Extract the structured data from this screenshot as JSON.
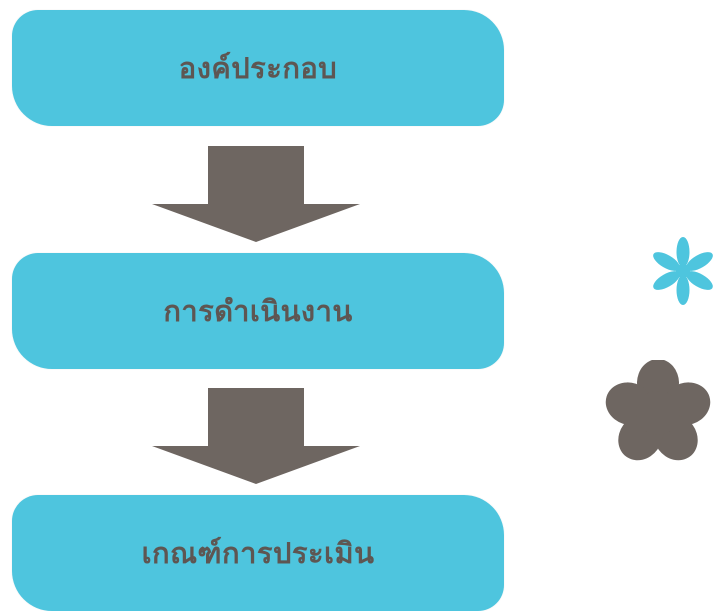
{
  "steps": [
    {
      "label": "องค์ประกอบ"
    },
    {
      "label": "การดำเนินงาน"
    },
    {
      "label": "เกณฑ์การประเมิน"
    }
  ],
  "colors": {
    "box_fill": "#4ec5de",
    "label_text": "#5e5652",
    "arrow_fill": "#6e6661",
    "flower_blue": "#4ec5de",
    "flower_gray": "#6e6661"
  },
  "icons": {
    "connector": "down-arrow-icon",
    "decoration_top": "asterisk-flower-icon",
    "decoration_bottom": "flower-icon"
  }
}
